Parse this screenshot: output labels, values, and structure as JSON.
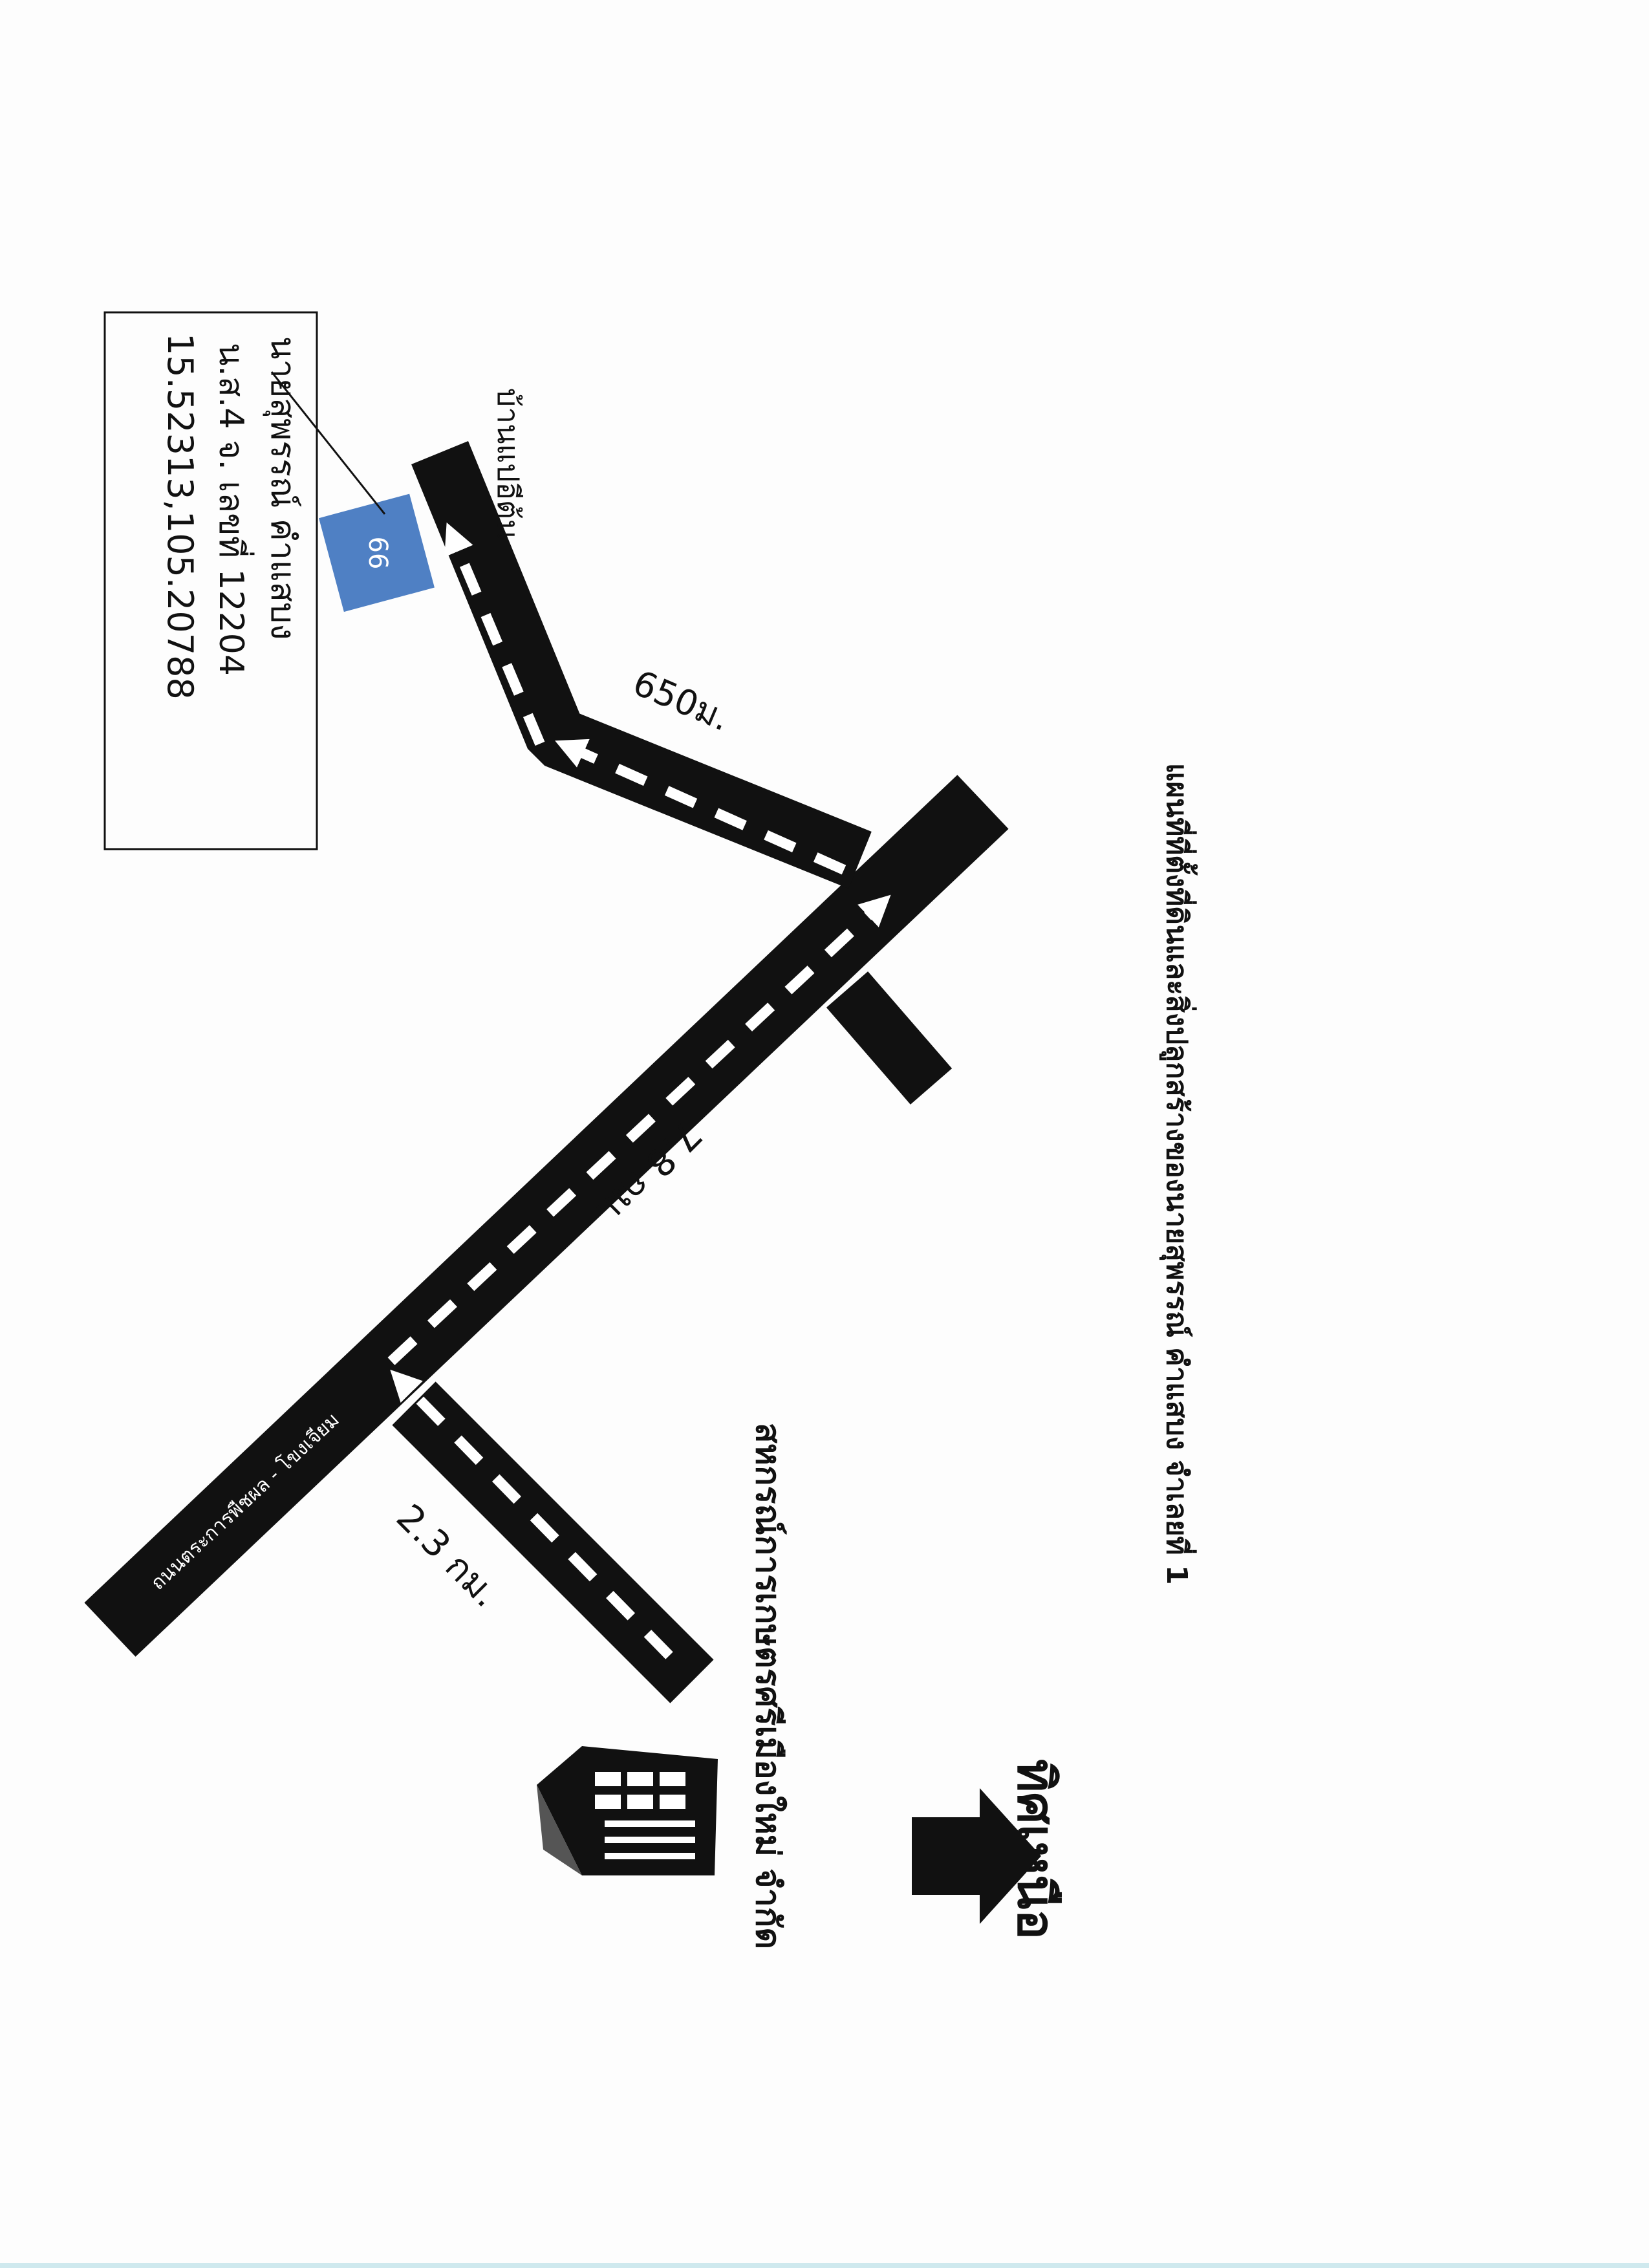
{
  "title": "แผนที่ที่ตั้งที่ดินและสิ่งปลูกสร้างของนายสุพรรณ์ คำแสบง จำเลยที่ 1",
  "north_label": "ทิศเหนือ",
  "landmarks": {
    "cooperative": "สหกรณ์การเกษตรศรีเมืองใหม่ จำกัด",
    "village": "บ้านแปอีต้น",
    "main_road": "ถนนตระการพืชผล - โขงเจียม"
  },
  "distances": {
    "first_leg": "2.3 กม.",
    "main_leg": "7.8 กม.",
    "last_leg": "650ม."
  },
  "parcel": {
    "marker": "66",
    "owner": "นายสุพรรณ์ คำแสบง",
    "deed": "น.ส.4 จ. เลขที่ 12204",
    "coordinates": "15.52313,105.20788"
  },
  "colors": {
    "road": "#111111",
    "lane": "#ffffff",
    "parcel": "#4f80c4",
    "ink": "#111111"
  },
  "icons": [
    "north-arrow-icon",
    "building-icon",
    "route-arrow-icon"
  ]
}
